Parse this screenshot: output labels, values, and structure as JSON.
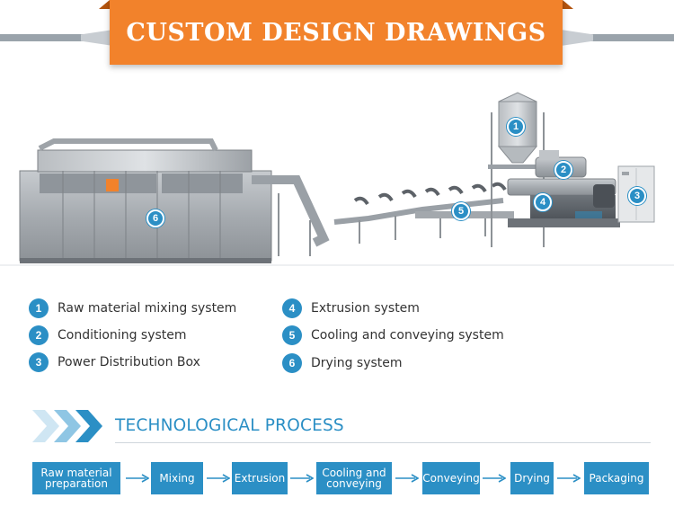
{
  "banner": {
    "title": "CUSTOM DESIGN DRAWINGS"
  },
  "machine": {
    "badges": [
      "1",
      "2",
      "3",
      "4",
      "5",
      "6"
    ]
  },
  "legend": [
    {
      "num": "1",
      "label": "Raw material mixing system"
    },
    {
      "num": "2",
      "label": "Conditioning system"
    },
    {
      "num": "3",
      "label": "Power Distribution Box"
    },
    {
      "num": "4",
      "label": "Extrusion system"
    },
    {
      "num": "5",
      "label": "Cooling and conveying system"
    },
    {
      "num": "6",
      "label": "Drying system"
    }
  ],
  "process": {
    "title": "TECHNOLOGICAL PROCESS",
    "steps": [
      {
        "line1": "Raw material",
        "line2": "preparation"
      },
      {
        "line1": "Mixing",
        "line2": ""
      },
      {
        "line1": "Extrusion",
        "line2": ""
      },
      {
        "line1": "Cooling and",
        "line2": "conveying"
      },
      {
        "line1": "Conveying",
        "line2": ""
      },
      {
        "line1": "Drying",
        "line2": ""
      },
      {
        "line1": "Packaging",
        "line2": ""
      }
    ]
  },
  "colors": {
    "accent_orange": "#f2822b",
    "accent_blue": "#2b8fc5",
    "steel": "#a9adb1"
  }
}
